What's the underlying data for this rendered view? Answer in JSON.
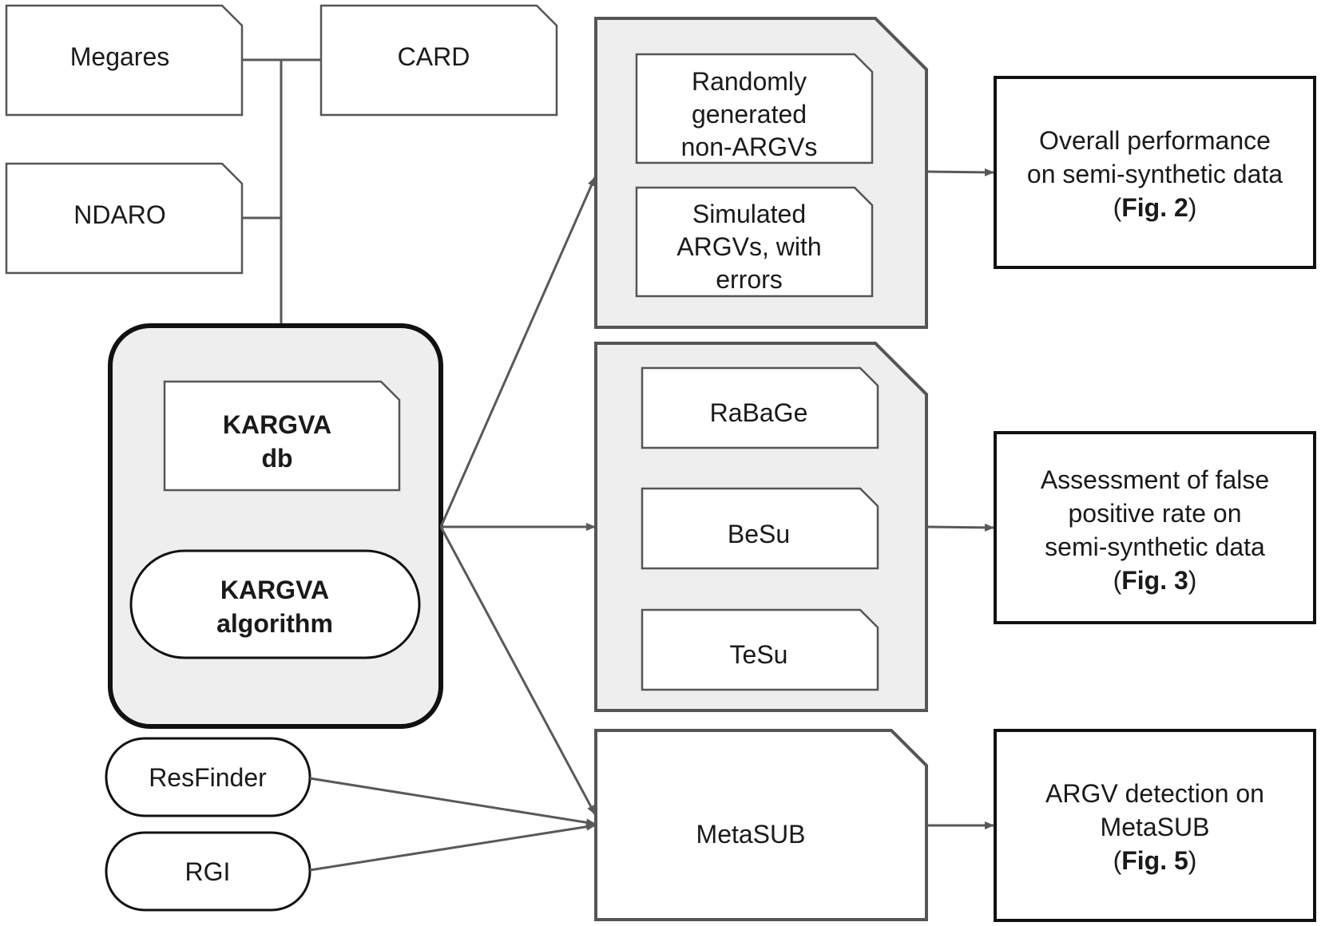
{
  "sources": {
    "megares": "Megares",
    "card": "CARD",
    "ndaro": "NDARO"
  },
  "kargva": {
    "db_line1": "KARGVA",
    "db_line2": "db",
    "algo_line1": "KARGVA",
    "algo_line2": "algorithm"
  },
  "tools": {
    "resfinder": "ResFinder",
    "rgi": "RGI"
  },
  "datasets": {
    "group1": {
      "item1": [
        "Randomly",
        "generated",
        "non-ARGVs"
      ],
      "item2": [
        "Simulated",
        "ARGVs, with",
        "errors"
      ]
    },
    "group2": {
      "item1": "RaBaGe",
      "item2": "BeSu",
      "item3": "TeSu"
    },
    "metasub": "MetaSUB"
  },
  "outcomes": {
    "o1": {
      "line1": "Overall performance",
      "line2": "on semi-synthetic data",
      "open": "(",
      "fig": "Fig. 2",
      "close": ")"
    },
    "o2": {
      "line1": "Assessment of false",
      "line2": "positive rate on",
      "line3": "semi-synthetic data",
      "open": "(",
      "fig": "Fig. 3",
      "close": ")"
    },
    "o3": {
      "line1": "ARGV detection on",
      "line2": "MetaSUB",
      "open": "(",
      "fig": "Fig. 5",
      "close": ")"
    }
  },
  "colors": {
    "stroke": "#555555",
    "dark_stroke": "#111111",
    "panel_fill": "#eeeeee",
    "arrow": "#595959"
  }
}
